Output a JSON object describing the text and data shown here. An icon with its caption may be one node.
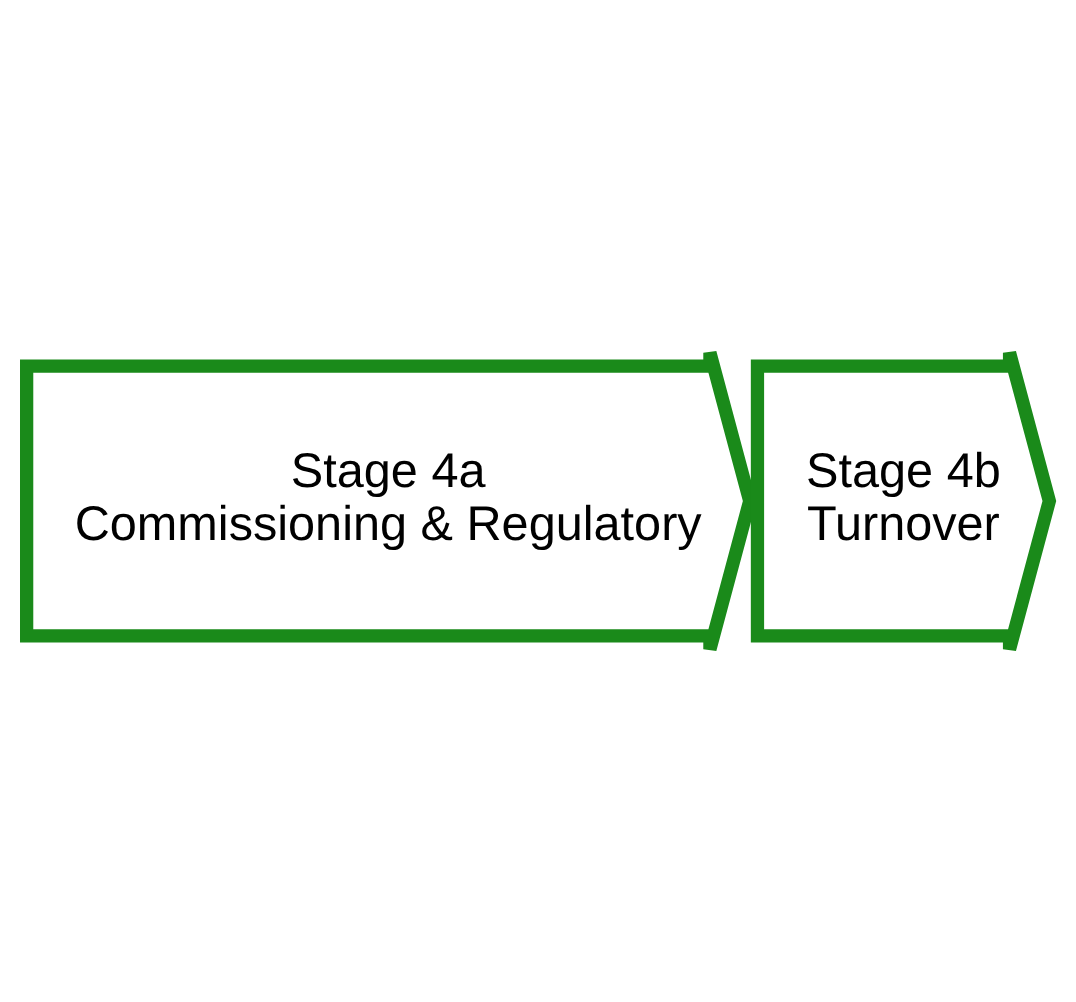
{
  "diagram": {
    "nodes": [
      {
        "text": [
          "Stage 4a",
          "Commissioning & Regulatory"
        ]
      },
      {
        "text": [
          "Stage 4b",
          "Turnover"
        ]
      }
    ]
  }
}
